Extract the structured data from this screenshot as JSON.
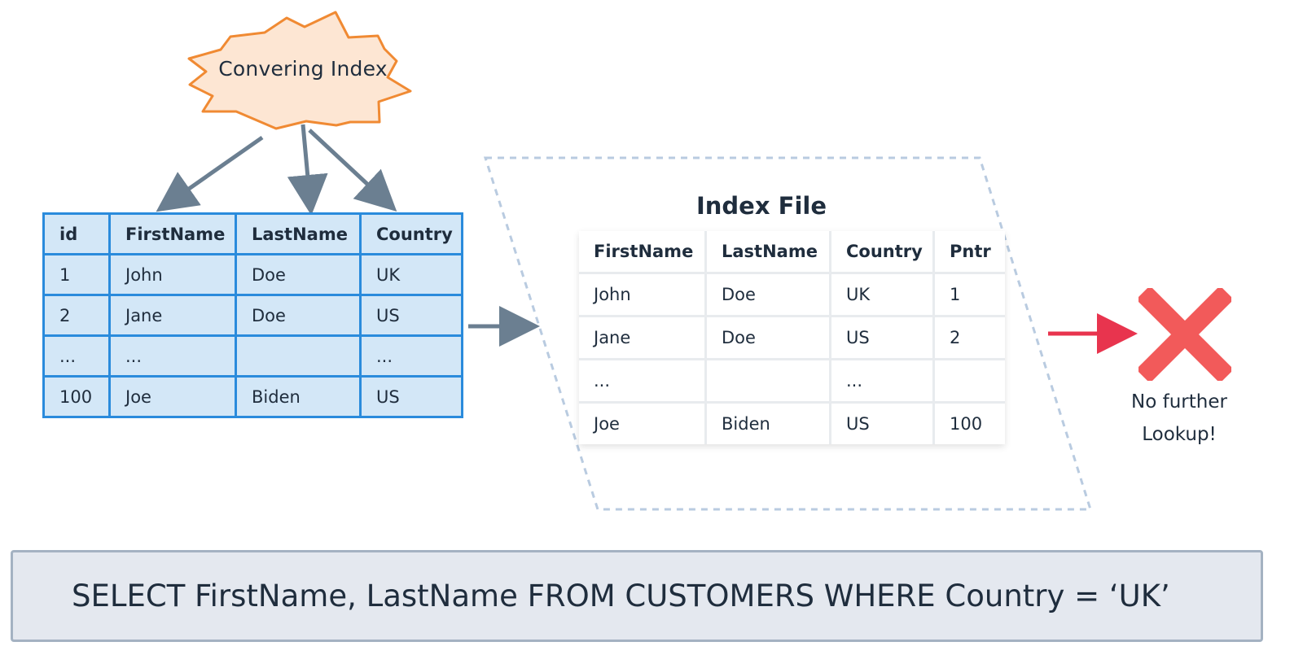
{
  "badge": {
    "label": "Convering Index"
  },
  "source_table": {
    "headers": [
      "id",
      "FirstName",
      "LastName",
      "Country"
    ],
    "rows": [
      [
        "1",
        "John",
        "Doe",
        "UK"
      ],
      [
        "2",
        "Jane",
        "Doe",
        "US"
      ],
      [
        "...",
        "...",
        "",
        "..."
      ],
      [
        "100",
        "Joe",
        "Biden",
        "US"
      ]
    ]
  },
  "index_file": {
    "title": "Index File",
    "headers": [
      "FirstName",
      "LastName",
      "Country",
      "Pntr"
    ],
    "rows": [
      [
        "John",
        "Doe",
        "UK",
        "1"
      ],
      [
        "Jane",
        "Doe",
        "US",
        "2"
      ],
      [
        "...",
        "",
        "...",
        ""
      ],
      [
        "Joe",
        "Biden",
        "US",
        "100"
      ]
    ]
  },
  "result": {
    "line1": "No further",
    "line2": "Lookup!"
  },
  "query": {
    "text": "SELECT FirstName, LastName FROM CUSTOMERS WHERE Country = ‘UK’"
  },
  "colors": {
    "badge_fill": "#fde6d3",
    "badge_stroke": "#f08a33",
    "table_fill": "#d3e7f7",
    "table_border": "#2a8bdc",
    "arrow": "#6b7f91",
    "red_arrow": "#e8344e",
    "x_mark": "#f25a5a",
    "dash": "#b9cbe0",
    "query_fill": "#e4e8ef",
    "query_border": "#a4b2c2"
  }
}
